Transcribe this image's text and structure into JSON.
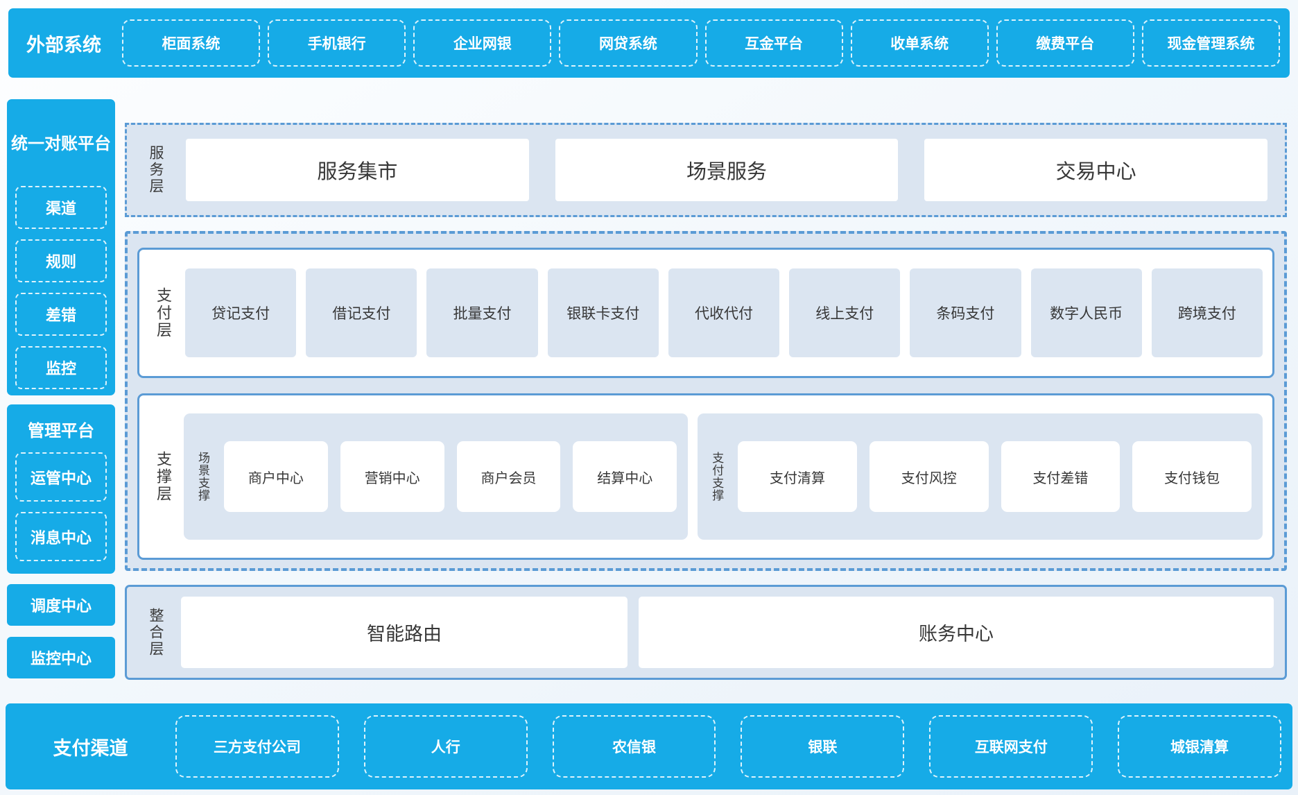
{
  "colors": {
    "primary_blue": "#16abe7",
    "panel_light_blue": "#dbe5f1",
    "border_blue": "#5b9bd5",
    "dark_text": "#3b3b3b",
    "white": "#ffffff"
  },
  "top_bar": {
    "label": "外部系统",
    "items": [
      "柜面系统",
      "手机银行",
      "企业网银",
      "网贷系统",
      "互金平台",
      "收单系统",
      "缴费平台",
      "现金管理系统"
    ]
  },
  "sidebar": {
    "reconciliation_platform": {
      "title": "统一对账平台",
      "items": [
        "渠道",
        "规则",
        "差错",
        "监控"
      ]
    },
    "management_platform": {
      "title": "管理平台",
      "items": [
        "运管中心",
        "消息中心"
      ]
    },
    "scheduling_center": "调度中心",
    "monitoring_center": "监控中心"
  },
  "service_layer": {
    "label": "服务层",
    "items": [
      "服务集市",
      "场景服务",
      "交易中心"
    ]
  },
  "payment_layer": {
    "label": "支付层",
    "items": [
      "贷记支付",
      "借记支付",
      "批量支付",
      "银联卡支付",
      "代收代付",
      "线上支付",
      "条码支付",
      "数字人民币",
      "跨境支付"
    ]
  },
  "support_layer": {
    "label": "支撑层",
    "groups": [
      {
        "label": "场景支撑",
        "items": [
          "商户中心",
          "营销中心",
          "商户会员",
          "结算中心"
        ]
      },
      {
        "label": "支付支撑",
        "items": [
          "支付清算",
          "支付风控",
          "支付差错",
          "支付钱包"
        ]
      }
    ]
  },
  "integration_layer": {
    "label": "整合层",
    "items": [
      "智能路由",
      "账务中心"
    ]
  },
  "bottom_bar": {
    "label": "支付渠道",
    "items": [
      "三方支付公司",
      "人行",
      "农信银",
      "银联",
      "互联网支付",
      "城银清算"
    ]
  }
}
